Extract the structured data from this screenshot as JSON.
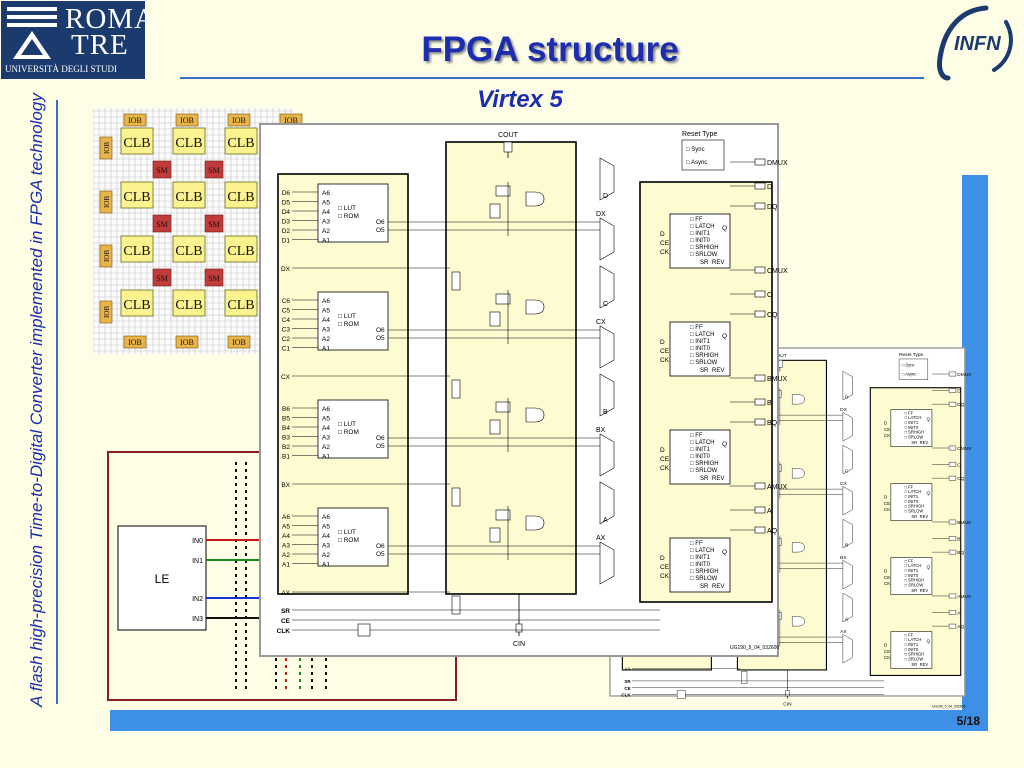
{
  "header": {
    "title": "FPGA structure",
    "subtitle": "Virtex 5"
  },
  "logo_left": {
    "line1": "ROMA",
    "line2": "TRE",
    "line3": "UNIVERSITÀ DEGLI STUDI"
  },
  "logo_right": {
    "text": "INFN"
  },
  "sidebar": {
    "text": "A flash high-precision Time-to-Digital Converter implemented in FPGA technology"
  },
  "footer": {
    "page": "5/18"
  },
  "diagrams": {
    "fabric": {
      "iob": "IOB",
      "clb": "CLB",
      "sm": "SM"
    },
    "le": {
      "label": "LE",
      "inputs": [
        "IN0",
        "IN1",
        "IN2",
        "IN3"
      ]
    },
    "slice": {
      "cout": "COUT",
      "cin": "CIN",
      "reset_type": "Reset Type",
      "sync": "Sync",
      "async": "Async",
      "lut_inputs": [
        "A6",
        "A5",
        "A4",
        "A3",
        "A2",
        "A1"
      ],
      "lut_label_1": "LUT",
      "lut_label_2": "ROM",
      "lut_outputs": [
        "O6",
        "O5"
      ],
      "lut_groups": [
        {
          "inputs": [
            "D6",
            "D5",
            "D4",
            "D3",
            "D2",
            "D1"
          ],
          "x": "DX"
        },
        {
          "inputs": [
            "C6",
            "C5",
            "C4",
            "C3",
            "C2",
            "C1"
          ],
          "x": "CX"
        },
        {
          "inputs": [
            "B6",
            "B5",
            "B4",
            "B3",
            "B2",
            "B1"
          ],
          "x": "BX"
        },
        {
          "inputs": [
            "A6",
            "A5",
            "A4",
            "A3",
            "A2",
            "A1"
          ],
          "x": "AX"
        }
      ],
      "ctrl_inputs": [
        "SR",
        "CE",
        "CLK"
      ],
      "ff_lines": [
        "FF",
        "LATCH",
        "INIT1",
        "INIT0",
        "SRHIGH",
        "SRLOW"
      ],
      "ff_pins": {
        "d": "D",
        "ce": "CE",
        "ck": "CK",
        "q": "Q",
        "sr": "SR",
        "rev": "REV"
      },
      "outputs": [
        {
          "mux": "DMUX",
          "o": "D",
          "q": "DQ",
          "mid": "DX"
        },
        {
          "mux": "CMUX",
          "o": "C",
          "q": "CQ",
          "mid": "CX"
        },
        {
          "mux": "BMUX",
          "o": "B",
          "q": "BQ",
          "mid": "BX"
        },
        {
          "mux": "AMUX",
          "o": "A",
          "q": "AQ",
          "mid": "AX"
        }
      ],
      "caption": "UG190_5_04_032606"
    }
  }
}
